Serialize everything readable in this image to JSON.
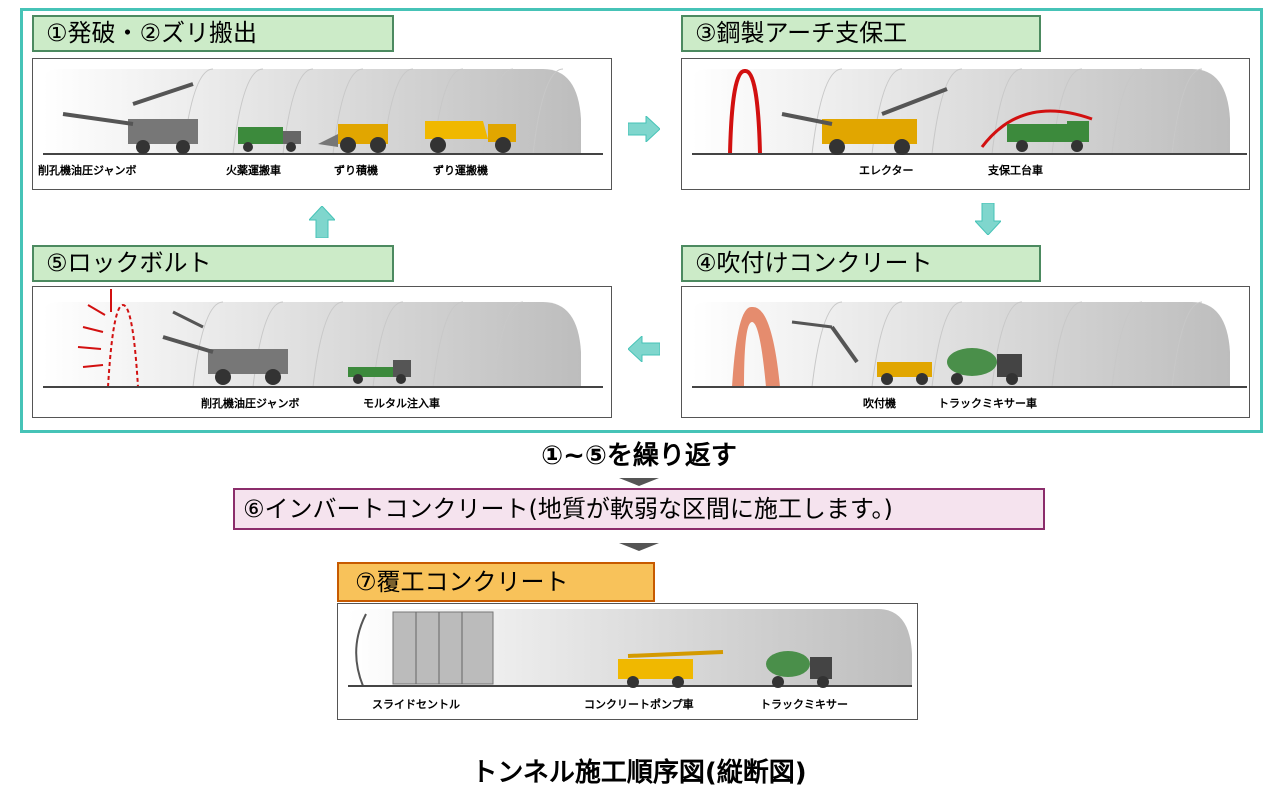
{
  "steps": {
    "s12": {
      "label": "①発破・②ズリ搬出",
      "captions": [
        "削孔機油圧ジャンボ",
        "火薬運搬車",
        "ずり積機",
        "ずり運搬機"
      ]
    },
    "s3": {
      "label": "③鋼製アーチ支保工",
      "captions": [
        "エレクター",
        "支保工台車"
      ]
    },
    "s4": {
      "label": "④吹付けコンクリート",
      "captions": [
        "吹付機",
        "トラックミキサー車"
      ]
    },
    "s5": {
      "label": "⑤ロックボルト",
      "captions": [
        "削孔機油圧ジャンボ",
        "モルタル注入車"
      ]
    }
  },
  "repeat_text": "①~⑤を繰り返す",
  "invert": {
    "label": "⑥インバートコンクリート(地質が軟弱な区間に施工します。)"
  },
  "lining": {
    "label": "⑦覆工コンクリート",
    "captions": [
      "スライドセントル",
      "コンクリートポンプ車",
      "トラックミキサー"
    ]
  },
  "footer_title": "トンネル施工順序図(縦断図)",
  "colors": {
    "frame": "#46c3b7",
    "step_fill": "#ccebc8",
    "invert_border": "#8b2d6b",
    "lining_fill": "#f8c25a",
    "arrow": "#7fd6cd"
  }
}
